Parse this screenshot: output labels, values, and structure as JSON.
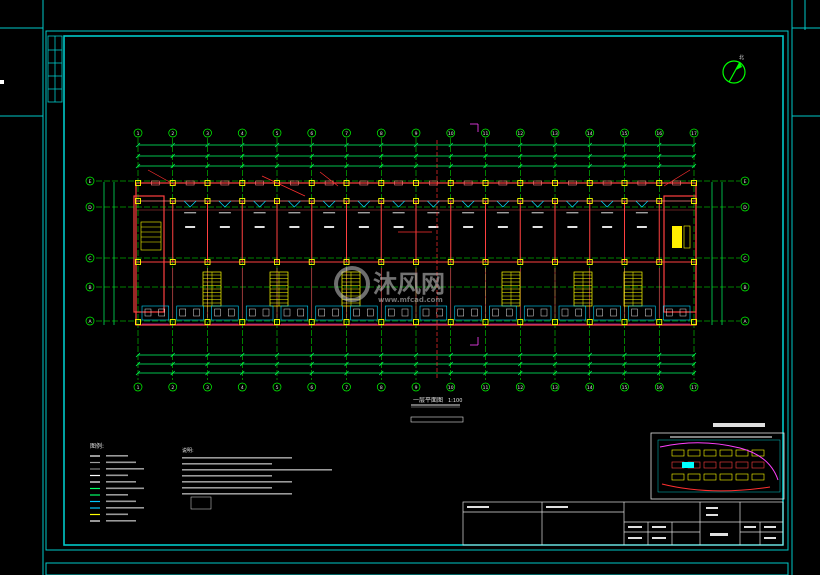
{
  "drawing": {
    "plan_title": "一层平面图",
    "plan_scale": "1:100",
    "north_label": "北",
    "legend_title": "图例:",
    "notes_title": "说明:",
    "watermark_text": "沐风网",
    "watermark_sub": "www.mfcad.com",
    "colors": {
      "background": "#000000",
      "frame": "#00c8c8",
      "axis": "#00ff00",
      "wall": "#ff4040",
      "column": "#ffff00",
      "dimension": "#00ff66",
      "text": "#e0e0e0",
      "accent": "#ff40ff"
    },
    "grid_top_labels": [
      "1",
      "2",
      "3",
      "4",
      "5",
      "6",
      "7",
      "8",
      "9",
      "10",
      "11",
      "12",
      "13",
      "14",
      "15",
      "16",
      "17"
    ],
    "grid_side_labels": [
      "E",
      "D",
      "C",
      "B",
      "A"
    ]
  }
}
